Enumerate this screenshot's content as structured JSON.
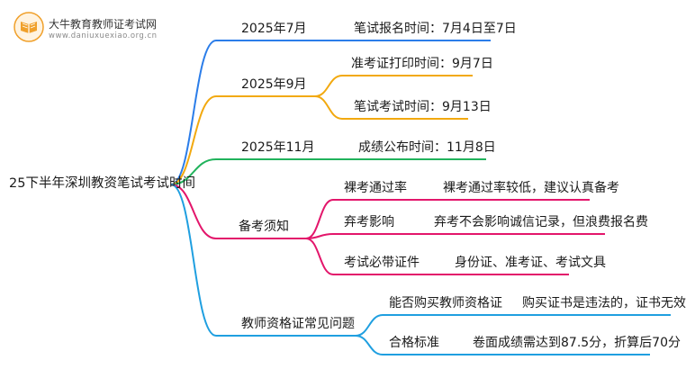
{
  "logo": {
    "title": "大牛教育教师证考试网",
    "url": "www.daniuxuexiao.org.cn"
  },
  "mindmap": {
    "root": "25下半年深圳教资笔试考试时间",
    "branches": [
      {
        "label": "2025年7月",
        "color": "#2b7de9",
        "items": [
          {
            "label": "笔试报名时间：7月4日至7日"
          }
        ]
      },
      {
        "label": "2025年9月",
        "color": "#f2a90f",
        "items": [
          {
            "label": "准考证打印时间：9月7日"
          },
          {
            "label": "笔试考试时间：9月13日"
          }
        ]
      },
      {
        "label": "2025年11月",
        "color": "#21b35c",
        "items": [
          {
            "label": "成绩公布时间：11月8日"
          }
        ]
      },
      {
        "label": "备考须知",
        "color": "#e3166b",
        "items": [
          {
            "label": "裸考通过率",
            "detail": "裸考通过率较低，建议认真备考"
          },
          {
            "label": "弃考影响",
            "detail": "弃考不会影响诚信记录，但浪费报名费"
          },
          {
            "label": "考试必带证件",
            "detail": "身份证、准考证、考试文具"
          }
        ]
      },
      {
        "label": "教师资格证常见问题",
        "color": "#1f9fe0",
        "items": [
          {
            "label": "能否购买教师资格证",
            "detail": "购买证书是违法的，证书无效"
          },
          {
            "label": "合格标准",
            "detail": "卷面成绩需达到87.5分，折算后70分"
          }
        ]
      }
    ]
  }
}
